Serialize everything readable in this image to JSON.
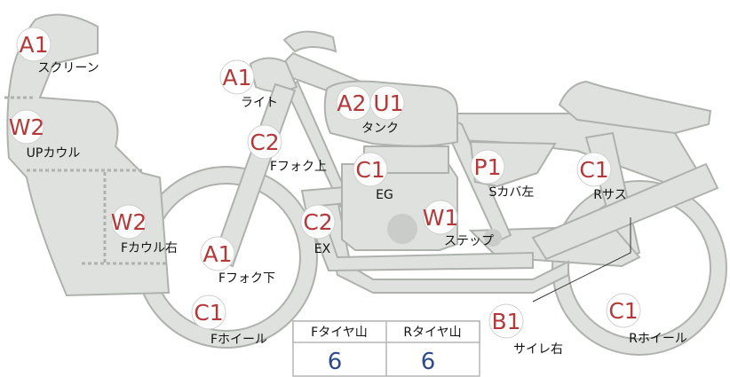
{
  "parts": [
    {
      "id": "screen",
      "grade": "A1",
      "label": "スクリーン"
    },
    {
      "id": "light",
      "grade": "A1",
      "label": "ライト"
    },
    {
      "id": "tank",
      "grade": "A2 U1",
      "label": "タンク"
    },
    {
      "id": "upcowl",
      "grade": "W2",
      "label": "UPカウル"
    },
    {
      "id": "ffork-upper",
      "grade": "C2",
      "label": "Fフォク上"
    },
    {
      "id": "eg",
      "grade": "C1",
      "label": "EG"
    },
    {
      "id": "scover-left",
      "grade": "P1",
      "label": "Sカバ左"
    },
    {
      "id": "rsus",
      "grade": "C1",
      "label": "Rサス"
    },
    {
      "id": "fcowl-right",
      "grade": "W2",
      "label": "Fカウル右"
    },
    {
      "id": "ex",
      "grade": "C2",
      "label": "EX"
    },
    {
      "id": "step",
      "grade": "W1",
      "label": "ステップ"
    },
    {
      "id": "ffork-lower",
      "grade": "A1",
      "label": "Fフォク下"
    },
    {
      "id": "fwheel",
      "grade": "C1",
      "label": "Fホイール"
    },
    {
      "id": "silencer-right",
      "grade": "B1",
      "label": "サイレ右"
    },
    {
      "id": "rwheel",
      "grade": "C1",
      "label": "Rホイール"
    }
  ],
  "tire_table": {
    "headers": [
      "Fタイヤ山",
      "Rタイヤ山"
    ],
    "values": [
      "6",
      "6"
    ]
  }
}
